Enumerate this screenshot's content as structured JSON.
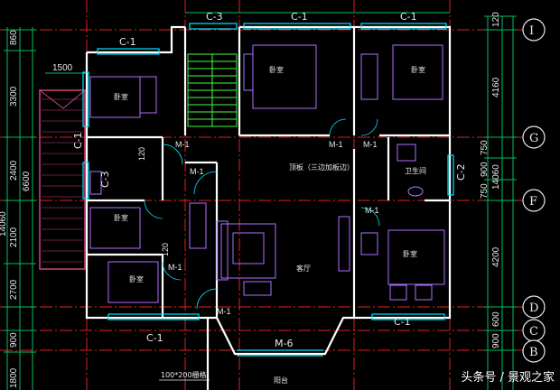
{
  "colors": {
    "background": "#000000",
    "wall": "#ffffff",
    "window": "#00e5ff",
    "axis": "#e02020",
    "dimension": "#00c060",
    "stair": "#40ff40",
    "furniture": "#b070ff",
    "balcony": "#d04080",
    "text": "#e8e8e8"
  },
  "windows": {
    "c3_top": "C-3",
    "c1_top_left": "C-1",
    "c1_top_mid": "C-1",
    "c1_top_right": "C-1",
    "c1_left_upper": "C-1",
    "c3_left": "C-3",
    "c2_right": "C-2",
    "c1_bottom_right": "C-1",
    "c1_bottom_left": "C-1",
    "m6_bottom": "M-6"
  },
  "doors": {
    "m1_a": "M-1",
    "m1_b": "M-1",
    "m1_c": "M-1",
    "m1_d": "M-1",
    "m1_e": "M-1",
    "m1_f": "M-1",
    "m1_g": "M-1"
  },
  "rooms": {
    "bedroom_top_mid": "卧室",
    "bedroom_top_right": "卧室",
    "bedroom_left_upper": "卧室",
    "bedroom_left_mid": "卧室",
    "bedroom_left_lower": "卧室",
    "bedroom_right_lower": "卧室",
    "bathroom": "卫生间",
    "living_room": "客厅",
    "balcony": "阳台",
    "corridor_note": "顶板（三边加板边）"
  },
  "small_labels": {
    "num_120": "120",
    "num_120b": "120",
    "grille_note": "100*200栅格"
  },
  "dims_left": {
    "d860": "860",
    "d3300": "3300",
    "d2400": "2400",
    "d6600": "6600",
    "d14060": "14060",
    "d2100": "2100",
    "d2700": "2700",
    "d900": "900",
    "d1800": "1800",
    "d1500": "1500"
  },
  "dims_right": {
    "d120": "120",
    "d4160": "4160",
    "d750a": "750",
    "d900": "900",
    "d750b": "750",
    "d14060": "14060",
    "d4200": "4200",
    "d600": "600",
    "d900b": "900"
  },
  "axis_labels": {
    "i": "I",
    "g": "G",
    "f": "F",
    "d": "D",
    "c": "C",
    "b": "B"
  },
  "watermark": "头条号 / 景观之家"
}
